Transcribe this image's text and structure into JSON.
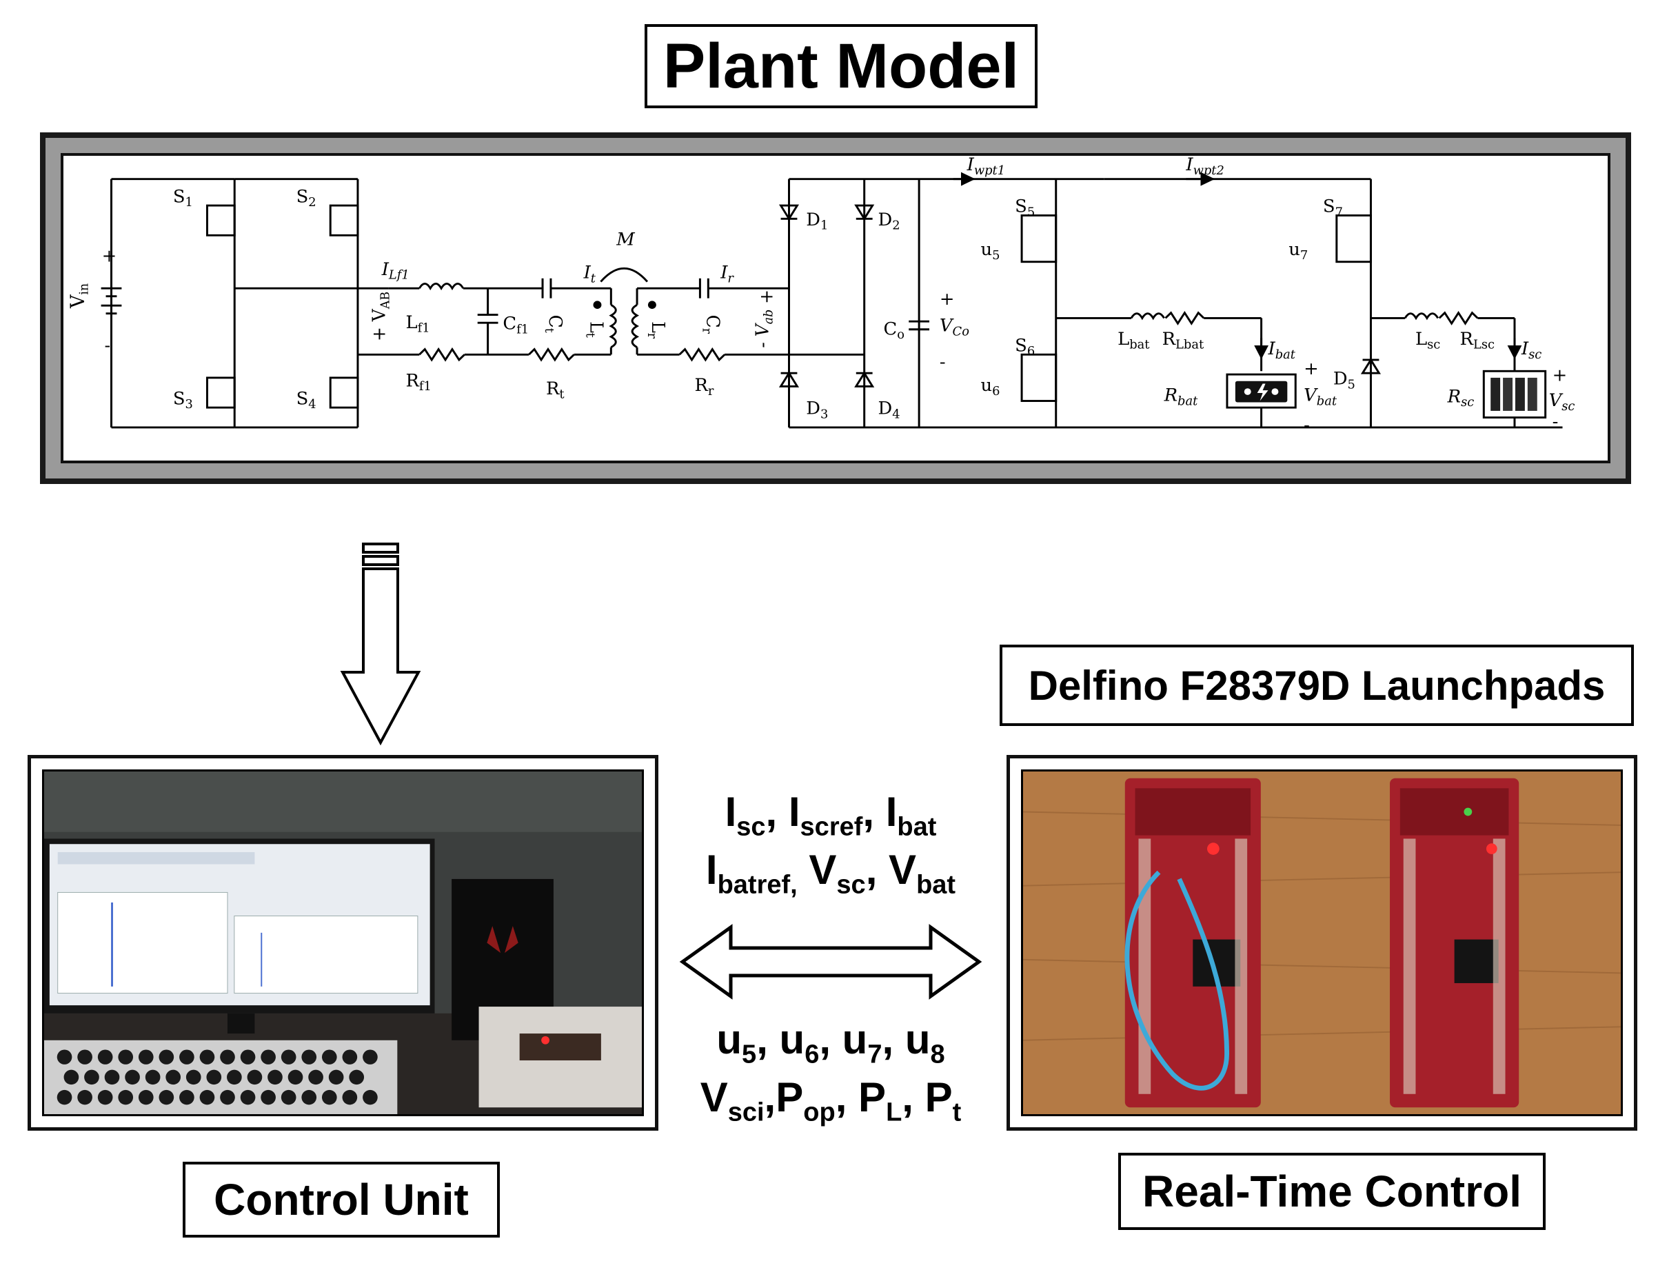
{
  "titles": {
    "plant_model": "Plant Model",
    "delfino": "Delfino F28379D Launchpads",
    "control_unit": "Control Unit",
    "real_time_control": "Real-Time Control"
  },
  "circuit": {
    "labels": {
      "vin": "V",
      "vin_sub": "in",
      "plus": "+",
      "minus": "-",
      "s": "S",
      "s1_sub": "1",
      "s2_sub": "2",
      "s3_sub": "3",
      "s4_sub": "4",
      "s5_sub": "5",
      "s6_sub": "6",
      "s7_sub": "7",
      "i": "I",
      "ilf1_sub": "Lf1",
      "l": "L",
      "lf1_sub": "f1",
      "c": "C",
      "cf1_sub": "f1",
      "r": "R",
      "rf1_sub": "f1",
      "vab_upper_sub": "AB",
      "it_sub": "t",
      "ct_sub": "t",
      "lt_sub": "t",
      "rt_sub": "t",
      "m": "M",
      "ir_sub": "r",
      "cr_sub": "r",
      "lr_sub": "r",
      "rr_sub": "r",
      "vab_lower_sub": "ab",
      "d": "D",
      "d1_sub": "1",
      "d2_sub": "2",
      "d3_sub": "3",
      "d4_sub": "4",
      "d5_sub": "5",
      "co_sub": "o",
      "vco_sub": "Co",
      "iwpt1_sub": "wpt1",
      "iwpt2_sub": "wpt2",
      "u": "u",
      "u5_sub": "5",
      "u6_sub": "6",
      "u7_sub": "7",
      "lbat_sub": "bat",
      "rlbat_sub": "Lbat",
      "ibat_sub": "bat",
      "rbat_sub": "bat",
      "vbat_sub": "bat",
      "lsc_sub": "sc",
      "rlsc_sub": "Lsc",
      "isc_sub": "sc",
      "rsc_sub": "sc",
      "vsc_sub": "sc"
    }
  },
  "signals": {
    "isc": "I",
    "isc_sub": "sc",
    "iscref": "I",
    "iscref_sub": "scref",
    "ibat": "I",
    "ibat_sub": "bat",
    "ibatref": "I",
    "ibatref_sub": "batref,",
    "vsc": "V",
    "vsc_sub": "sc",
    "vbat": "V",
    "vbat_sub": "bat",
    "u5": "u",
    "u5_sub": "5",
    "u6": "u",
    "u6_sub": "6",
    "u7": "u",
    "u7_sub": "7",
    "u8": "u",
    "u8_sub": "8",
    "vsci": "V",
    "vsci_sub": "sci",
    "pop": "P",
    "pop_sub": "op",
    "pl": "P",
    "pl_sub": "L",
    "pt": "P",
    "pt_sub": "t",
    "sep": ",",
    "sep_space": ", "
  },
  "colors": {
    "board_red": "#a5202a",
    "wood": "#b47a45",
    "cable_blue": "#3da9d8",
    "led_red": "#ff3030",
    "monitor_screen": "#e9edf2"
  }
}
